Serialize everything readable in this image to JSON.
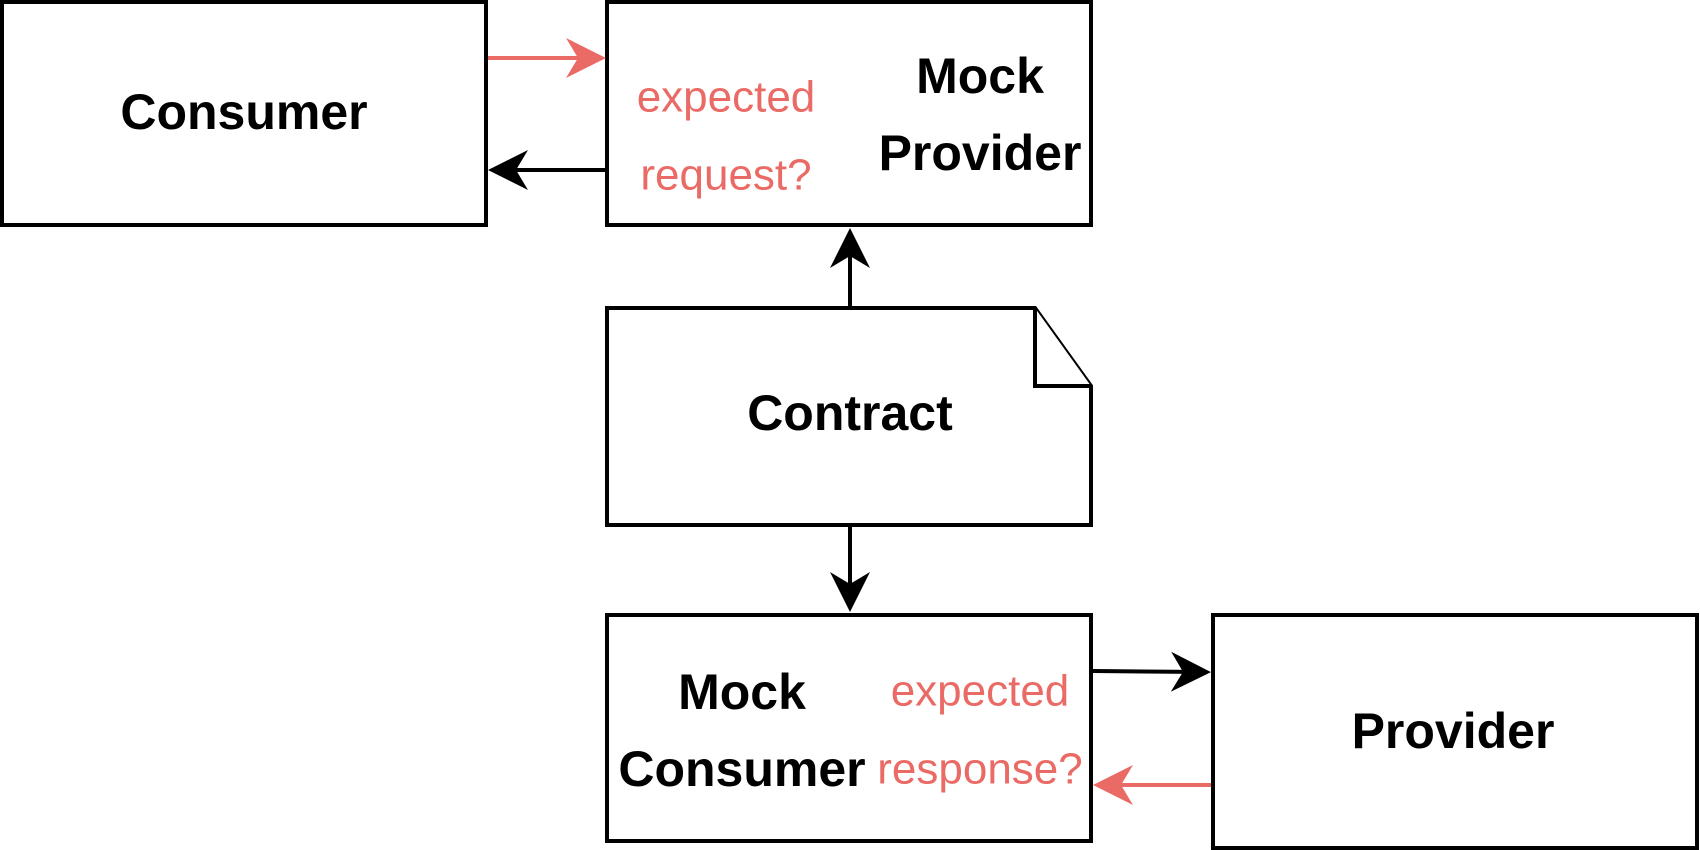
{
  "colors": {
    "stroke": "#000000",
    "accent": "#ea6b66",
    "background": "#ffffff"
  },
  "nodes": {
    "consumer": {
      "label": "Consumer"
    },
    "mock_provider": {
      "label_line1": "Mock",
      "label_line2": "Provider",
      "note_line1": "expected",
      "note_line2": "request?"
    },
    "contract": {
      "label": "Contract"
    },
    "mock_consumer": {
      "label_line1": "Mock",
      "label_line2": "Consumer",
      "note_line1": "expected",
      "note_line2": "response?"
    },
    "provider": {
      "label": "Provider"
    }
  }
}
